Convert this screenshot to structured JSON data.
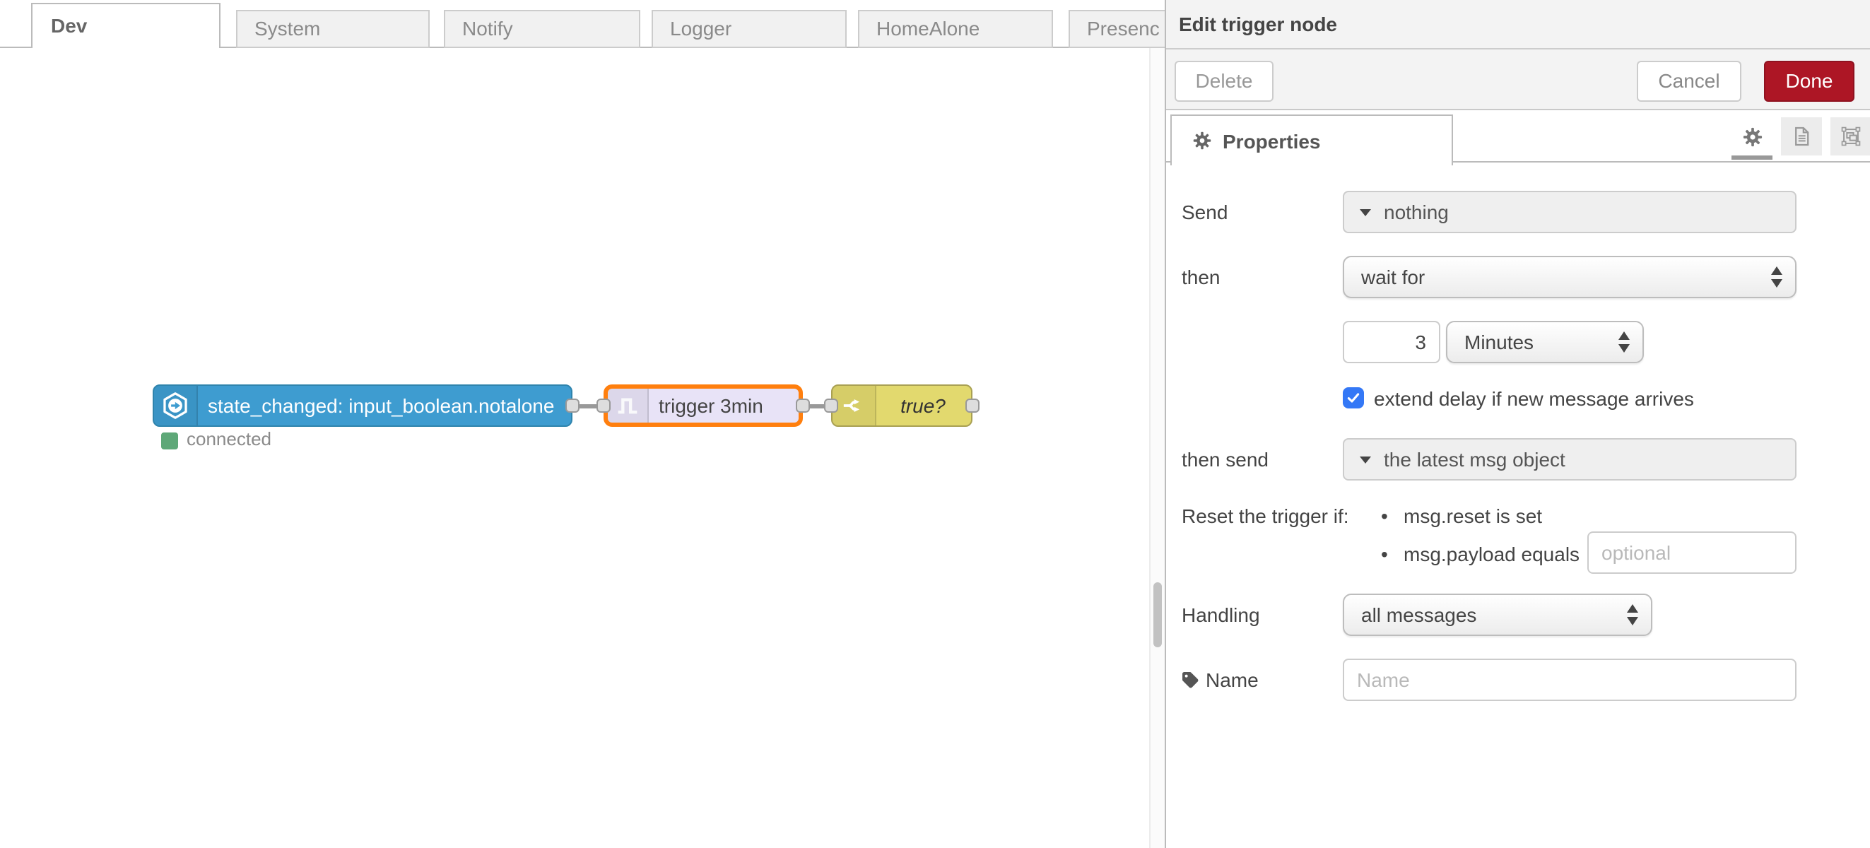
{
  "colors": {
    "done_button": "#AD1625",
    "selection_orange": "#ff7f0e",
    "node_blue": "#3e9cd0",
    "node_lavender": "#e8e3f7",
    "node_khaki": "#e2d96e",
    "status_green": "#5ea878",
    "checkbox_blue": "#3478f6"
  },
  "workspace": {
    "tabs": [
      {
        "label": "Dev",
        "active": true
      },
      {
        "label": "System",
        "active": false
      },
      {
        "label": "Notify",
        "active": false
      },
      {
        "label": "Logger",
        "active": false
      },
      {
        "label": "HomeAlone",
        "active": false
      },
      {
        "label": "Presenc",
        "active": false
      }
    ],
    "nodes": [
      {
        "label": "state_changed: input_boolean.notalone",
        "icon": "home-assistant-icon",
        "status": "connected"
      },
      {
        "label": "trigger 3min",
        "icon": "trigger-pulse-icon",
        "selected": true
      },
      {
        "label": "true?",
        "icon": "switch-fork-icon"
      }
    ]
  },
  "panel": {
    "title": "Edit trigger node",
    "delete_label": "Delete",
    "cancel_label": "Cancel",
    "done_label": "Done",
    "properties_tab": "Properties",
    "form": {
      "send_label": "Send",
      "send_value": "nothing",
      "then_label": "then",
      "then_value": "wait for",
      "duration_value": "3",
      "duration_unit": "Minutes",
      "extend_label": "extend delay if new message arrives",
      "then_send_label": "then send",
      "then_send_value": "the latest msg object",
      "reset_label": "Reset the trigger if:",
      "reset_bullet_1": "msg.reset is set",
      "reset_bullet_2": "msg.payload equals",
      "reset_placeholder": "optional",
      "handling_label": "Handling",
      "handling_value": "all messages",
      "name_label": "Name",
      "name_placeholder": "Name"
    }
  }
}
